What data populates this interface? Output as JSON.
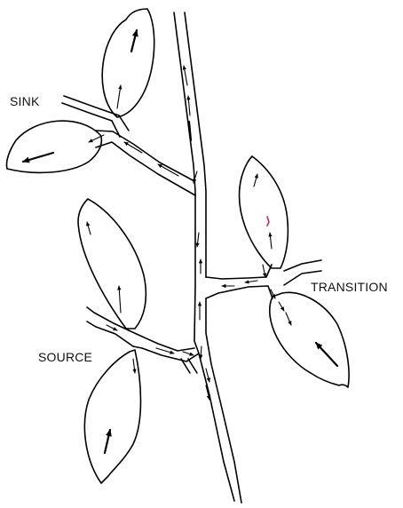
{
  "labels": {
    "sink": "SINK",
    "source": "SOURCE",
    "transition": "TRANSITION"
  },
  "colors": {
    "outline": "#000000",
    "background": "#ffffff",
    "accent": "#b0306a"
  }
}
